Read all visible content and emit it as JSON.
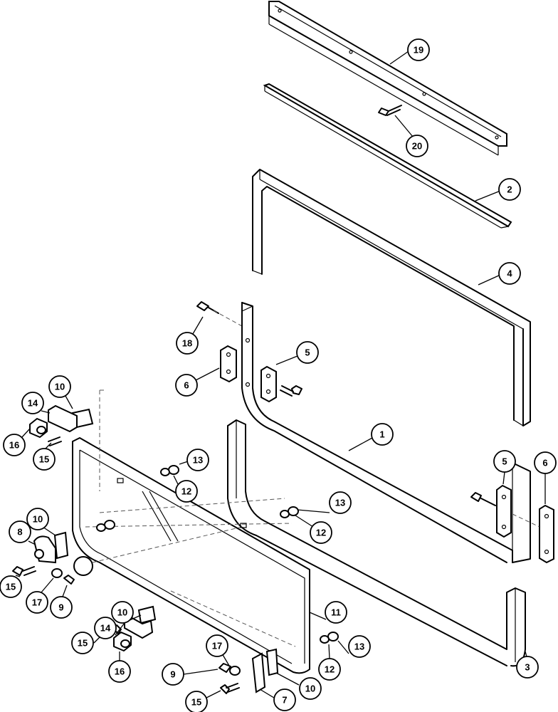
{
  "callouts": [
    {
      "id": "c19",
      "label": "19"
    },
    {
      "id": "c20",
      "label": "20"
    },
    {
      "id": "c2",
      "label": "2"
    },
    {
      "id": "c4",
      "label": "4"
    },
    {
      "id": "c18",
      "label": "18"
    },
    {
      "id": "c5a",
      "label": "5"
    },
    {
      "id": "c6a",
      "label": "6"
    },
    {
      "id": "c1",
      "label": "1"
    },
    {
      "id": "c5b",
      "label": "5"
    },
    {
      "id": "c6b",
      "label": "6"
    },
    {
      "id": "c3",
      "label": "3"
    },
    {
      "id": "c10a",
      "label": "10"
    },
    {
      "id": "c14a",
      "label": "14"
    },
    {
      "id": "c16a",
      "label": "16"
    },
    {
      "id": "c15a",
      "label": "15"
    },
    {
      "id": "c13a",
      "label": "13"
    },
    {
      "id": "c12a",
      "label": "12"
    },
    {
      "id": "c13b",
      "label": "13"
    },
    {
      "id": "c12b",
      "label": "12"
    },
    {
      "id": "c10b",
      "label": "10"
    },
    {
      "id": "c8",
      "label": "8"
    },
    {
      "id": "c15b",
      "label": "15"
    },
    {
      "id": "c17a",
      "label": "17"
    },
    {
      "id": "c9a",
      "label": "9"
    },
    {
      "id": "c11",
      "label": "11"
    },
    {
      "id": "c10c",
      "label": "10"
    },
    {
      "id": "c14b",
      "label": "14"
    },
    {
      "id": "c15c",
      "label": "15"
    },
    {
      "id": "c16b",
      "label": "16"
    },
    {
      "id": "c17b",
      "label": "17"
    },
    {
      "id": "c9b",
      "label": "9"
    },
    {
      "id": "c13c",
      "label": "13"
    },
    {
      "id": "c12c",
      "label": "12"
    },
    {
      "id": "c15d",
      "label": "15"
    },
    {
      "id": "c7",
      "label": "7"
    },
    {
      "id": "c10d",
      "label": "10"
    }
  ]
}
